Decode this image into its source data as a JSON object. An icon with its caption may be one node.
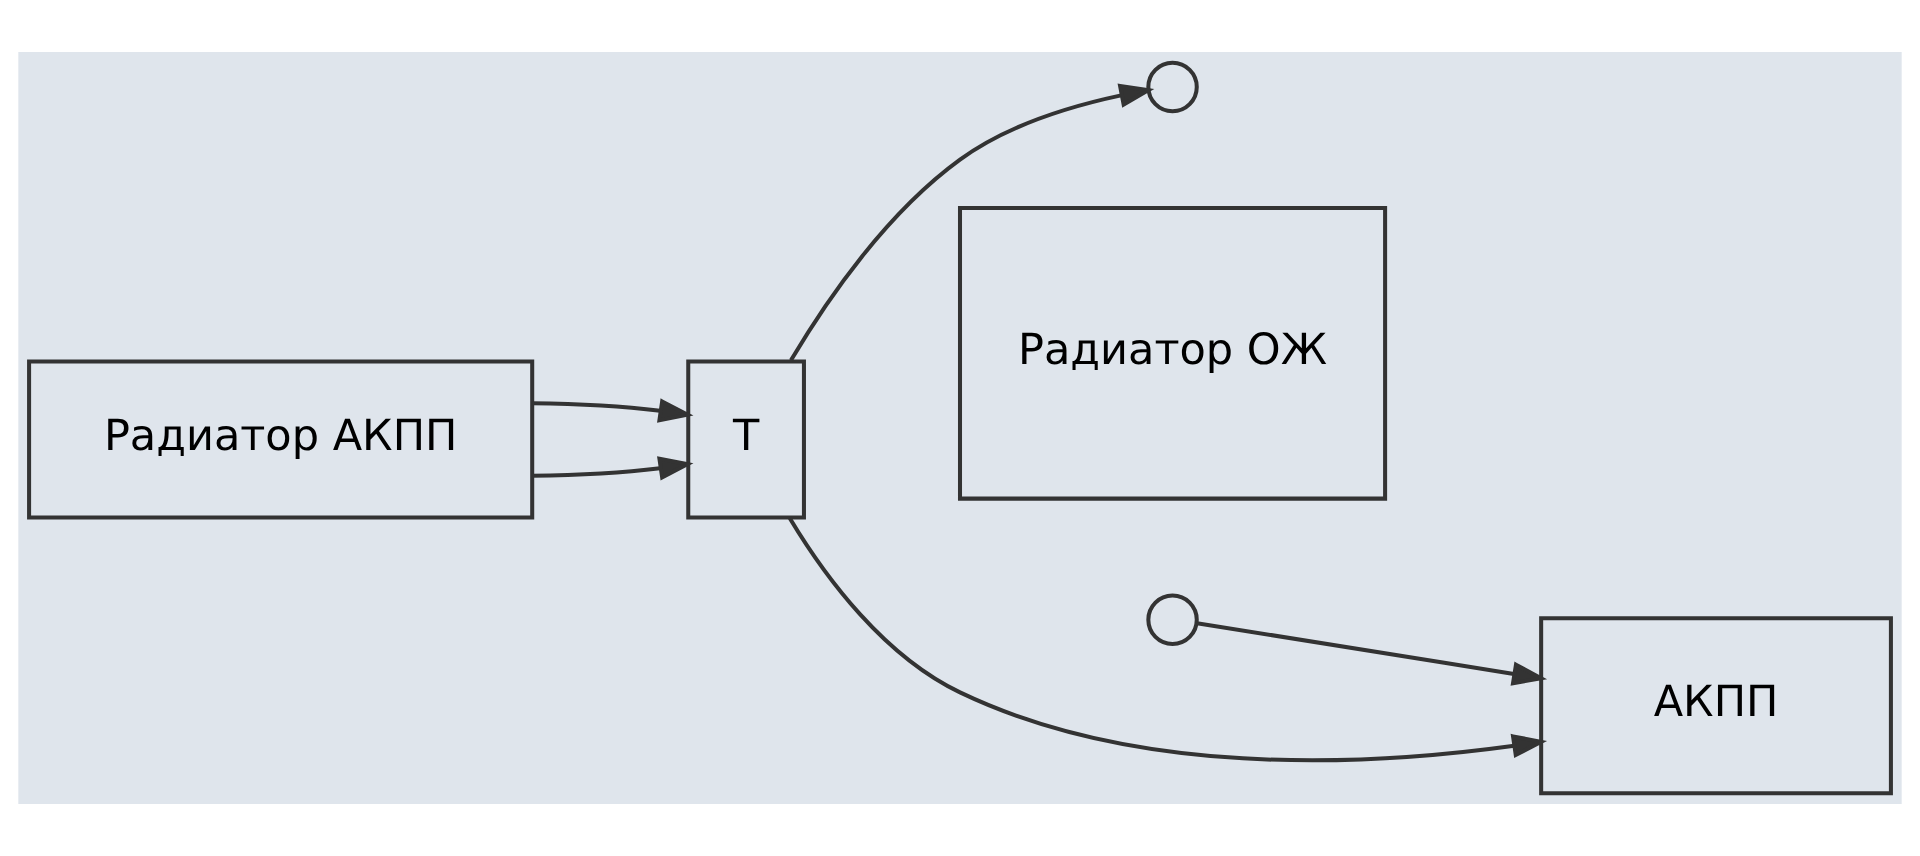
{
  "diagram": {
    "nodes": [
      {
        "text": [
          "Радиатор АКПП"
        ]
      },
      {
        "text": [
          "Т"
        ]
      },
      {
        "text": [],
        "shape": "circle"
      },
      {
        "text": [
          "Радиатор ОЖ"
        ]
      },
      {
        "text": [],
        "shape": "circle"
      },
      {
        "text": [
          "АКПП"
        ]
      }
    ],
    "edges": [
      {
        "from": 0,
        "to": 1,
        "arrow": "to"
      },
      {
        "from": 0,
        "to": 1,
        "arrow": "to"
      },
      {
        "from": 1,
        "to": 2,
        "arrow": "to"
      },
      {
        "from": 1,
        "to": 5,
        "arrow": "to"
      },
      {
        "from": 4,
        "to": 5,
        "arrow": "to"
      }
    ]
  }
}
